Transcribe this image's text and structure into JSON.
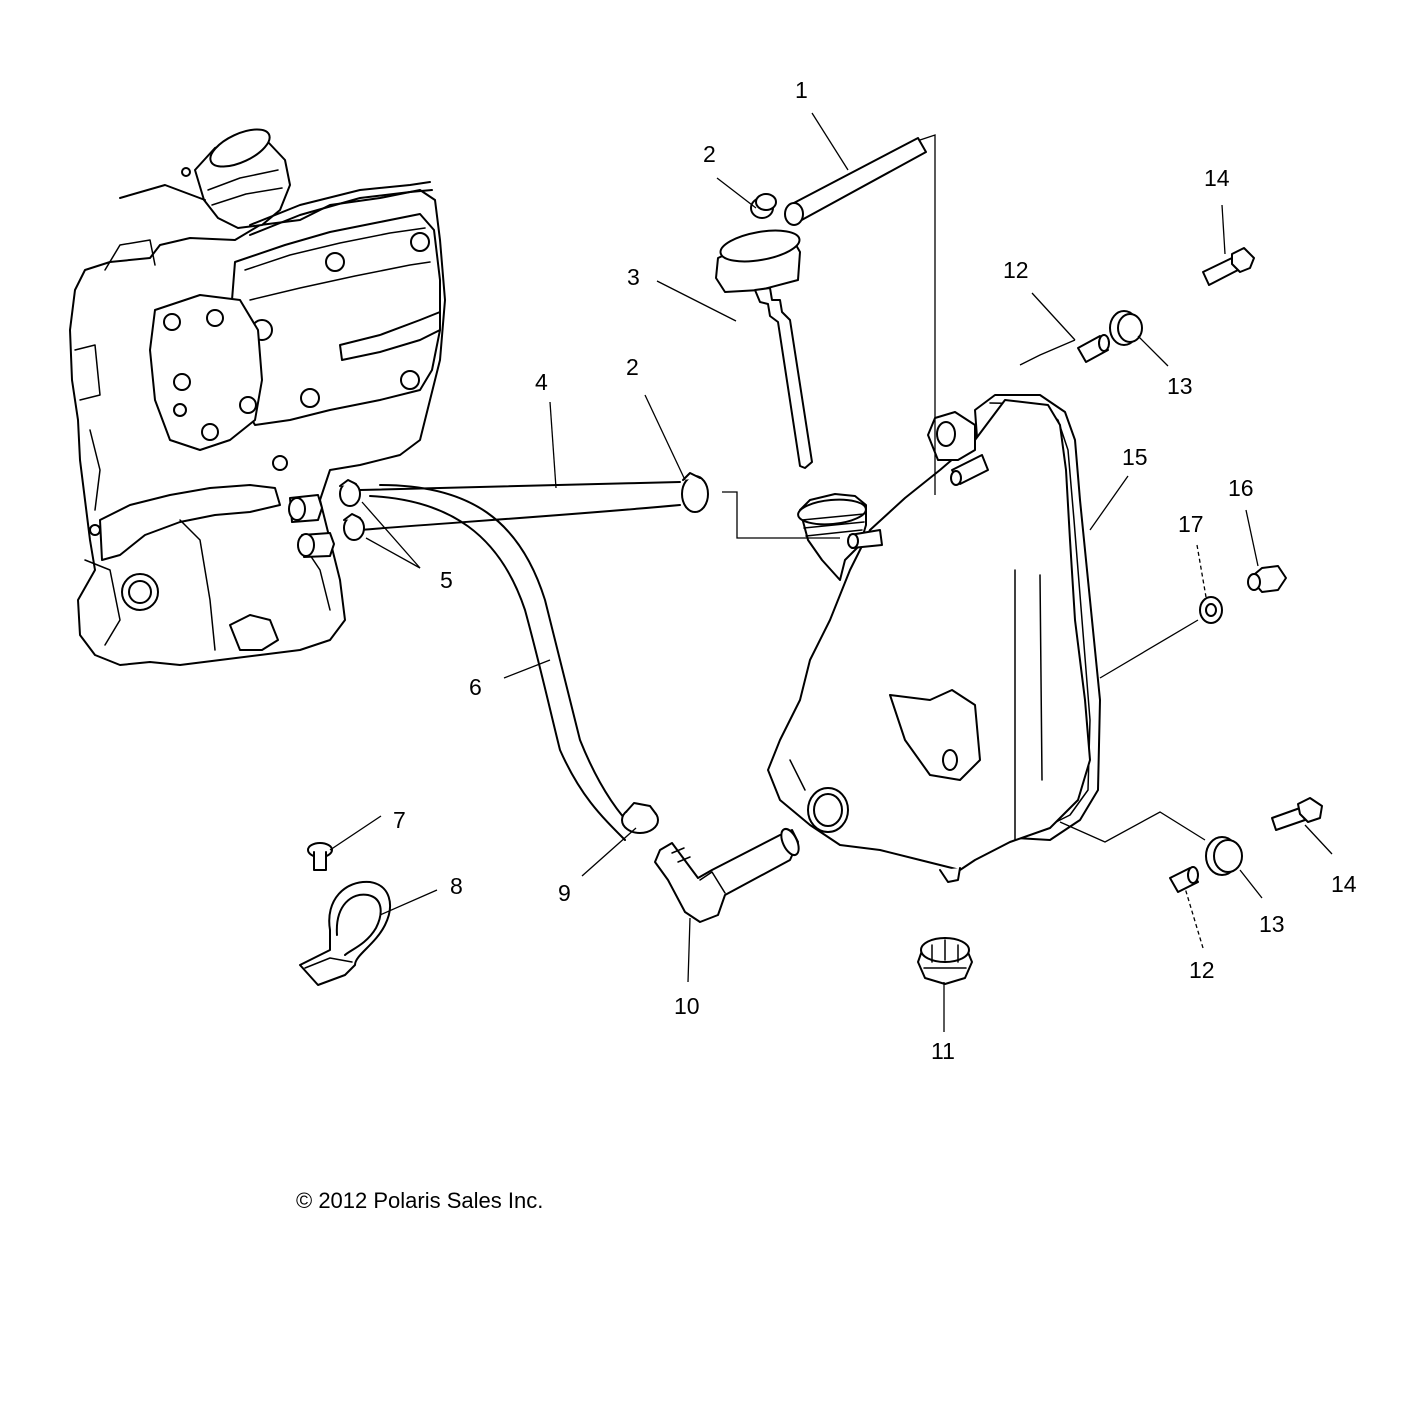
{
  "copyright": "© 2012 Polaris Sales Inc.",
  "callouts": {
    "c1": "1",
    "c2a": "2",
    "c2b": "2",
    "c3": "3",
    "c4": "4",
    "c5": "5",
    "c6": "6",
    "c7": "7",
    "c8": "8",
    "c9": "9",
    "c10": "10",
    "c11": "11",
    "c12a": "12",
    "c12b": "12",
    "c13a": "13",
    "c13b": "13",
    "c14a": "14",
    "c14b": "14",
    "c15": "15",
    "c16": "16",
    "c17": "17"
  }
}
